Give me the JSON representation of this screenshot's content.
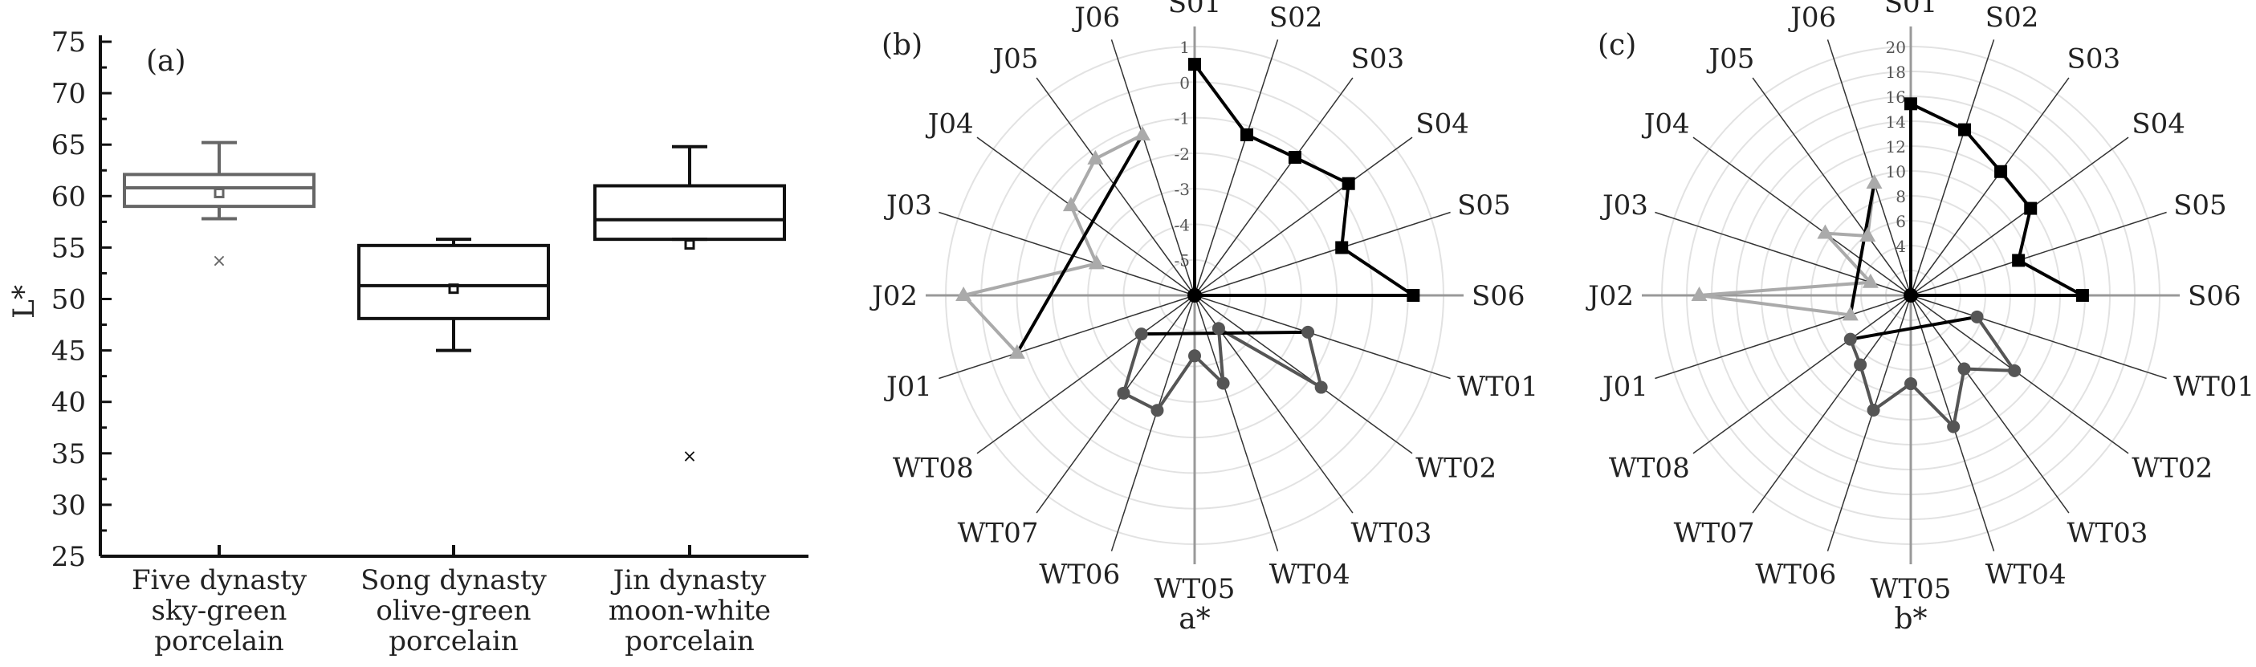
{
  "chart_data": [
    {
      "type": "box",
      "panel_label": "(a)",
      "ylabel": "L*",
      "ylim": [
        25,
        75
      ],
      "yticks": [
        "25",
        "30",
        "35",
        "40",
        "45",
        "50",
        "55",
        "60",
        "65",
        "70",
        "75"
      ],
      "categories": [
        {
          "lines": [
            "Five dynasty",
            "sky-green",
            "porcelain"
          ],
          "color": "#666666",
          "whisker_high": 65.2,
          "q3": 62.1,
          "median": 60.8,
          "mean": 60.3,
          "q1": 59.0,
          "whisker_low": 57.8,
          "outliers": [
            53.8
          ]
        },
        {
          "lines": [
            "Song dynasty",
            "olive-green",
            "porcelain"
          ],
          "color": "#111111",
          "whisker_high": 55.8,
          "q3": 55.2,
          "median": 51.3,
          "mean": 51.0,
          "q1": 48.1,
          "whisker_low": 45.0,
          "outliers": []
        },
        {
          "lines": [
            "Jin dynasty",
            "moon-white",
            "porcelain"
          ],
          "color": "#111111",
          "whisker_high": 64.8,
          "q3": 61.0,
          "median": 57.7,
          "mean": 55.3,
          "q1": 55.8,
          "whisker_low": 55.8,
          "outliers": [
            34.8
          ]
        }
      ]
    },
    {
      "type": "radar",
      "panel_label": "(b)",
      "xlabel": "a*",
      "rlim": [
        -6,
        1
      ],
      "rticks": [
        "1",
        "0",
        "-1",
        "-2",
        "-3",
        "-4",
        "-5"
      ],
      "rtick_values": [
        1,
        0,
        -1,
        -2,
        -3,
        -4,
        -5
      ],
      "axes": [
        "S01",
        "S02",
        "S03",
        "S04",
        "S05",
        "S06",
        "WT01",
        "WT02",
        "WT03",
        "WT04",
        "WT05",
        "WT06",
        "WT07",
        "WT08",
        "J01",
        "J02",
        "J03",
        "J04",
        "J05",
        "J06"
      ],
      "series": [
        {
          "name": "S",
          "marker": "square",
          "color": "#000000",
          "values": [
            0.5,
            -1.25,
            -1.2,
            -0.65,
            -1.65,
            0.15
          ]
        },
        {
          "name": "WT",
          "marker": "circle",
          "color": "#555555",
          "values": [
            -2.65,
            -1.6,
            -4.85,
            -3.4,
            -4.3,
            -2.6,
            -2.6,
            -4.15
          ]
        },
        {
          "name": "J",
          "marker": "triangle",
          "color": "#aaaaaa",
          "values": [
            -0.75,
            0.5,
            -3.1,
            -1.7,
            -1.25,
            -1.25
          ]
        }
      ]
    },
    {
      "type": "radar",
      "panel_label": "(c)",
      "xlabel": "b*",
      "rlim": [
        0,
        20
      ],
      "rticks": [
        "20",
        "18",
        "16",
        "14",
        "12",
        "10",
        "8",
        "6",
        "4"
      ],
      "rtick_values": [
        20,
        18,
        16,
        14,
        12,
        10,
        8,
        6,
        4
      ],
      "axes": [
        "S01",
        "S02",
        "S03",
        "S04",
        "S05",
        "S06",
        "WT01",
        "WT02",
        "WT03",
        "WT04",
        "WT05",
        "WT06",
        "WT07",
        "WT08",
        "J01",
        "J02",
        "J03",
        "J04",
        "J05",
        "J06"
      ],
      "series": [
        {
          "name": "S",
          "marker": "square",
          "color": "#000000",
          "values": [
            15.4,
            14.0,
            12.3,
            11.9,
            9.1,
            13.8
          ]
        },
        {
          "name": "WT",
          "marker": "circle",
          "color": "#555555",
          "values": [
            5.6,
            10.3,
            7.3,
            11.1,
            7.1,
            9.7,
            6.9,
            6.0
          ]
        },
        {
          "name": "J",
          "marker": "triangle",
          "color": "#aaaaaa",
          "values": [
            5.1,
            17.0,
            3.4,
            8.5,
            5.9,
            9.5
          ]
        }
      ]
    }
  ]
}
